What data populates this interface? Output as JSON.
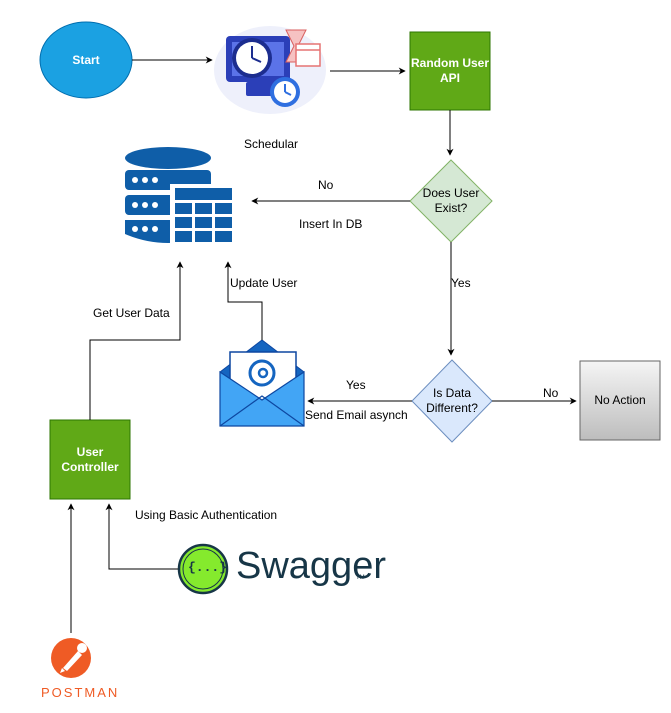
{
  "nodes": {
    "start": "Start",
    "random_user_api": "Random User API",
    "scheduler": "Schedular",
    "does_user_exist": "Does User Exist?",
    "is_data_different": "Is Data Different?",
    "no_action": "No Action",
    "user_controller": "User Controller",
    "postman": "POSTMAN",
    "swagger": "Swagger",
    "swagger_tm": "TM",
    "swagger_braces": "{...}"
  },
  "edges": {
    "no": "No",
    "insert_in_db": "Insert In DB",
    "yes_exists": "Yes",
    "yes_different": "Yes",
    "send_email": "Send Email asynch",
    "no_different": "No",
    "update_user": "Update User",
    "get_user_data": "Get User Data",
    "basic_auth": "Using Basic Authentication"
  },
  "colors": {
    "start_fill": "#1ba1e2",
    "process_green": "#60a917",
    "decision_fill": "#d5e8d4",
    "decision_blue_fill": "#dae8fc",
    "db_blue": "#0f5ea8",
    "no_action_gray": "#e0e0e0",
    "swagger_green": "#85ea2d",
    "postman_orange": "#ef5b25"
  }
}
